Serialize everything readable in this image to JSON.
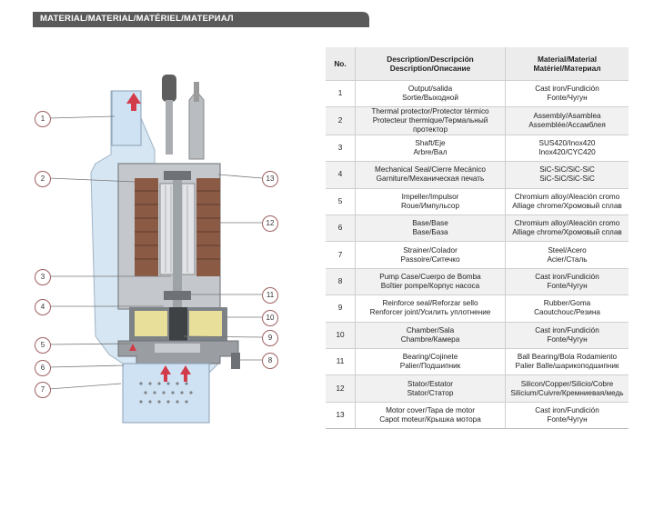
{
  "header": {
    "title": "MATERIAL/MATERIAL/MATÉRIEL/МАТЕРИАЛ"
  },
  "diagram": {
    "callouts": [
      "1",
      "2",
      "3",
      "4",
      "5",
      "6",
      "7",
      "8",
      "9",
      "10",
      "11",
      "12",
      "13"
    ]
  },
  "table": {
    "columns": {
      "no": "No.",
      "description": [
        "Description/Descripción",
        "Description/Описание"
      ],
      "material": [
        "Material/Material",
        "Matériel/Материал"
      ]
    },
    "rows": [
      {
        "no": "1",
        "description": [
          "Output/salida",
          "Sortie/Выходной"
        ],
        "material": [
          "Cast iron/Fundición",
          "Fonte/Чугун"
        ]
      },
      {
        "no": "2",
        "description": [
          "Thermal protector/Protector térmico",
          "Protecteur thermique/Термальный протектор"
        ],
        "material": [
          "Assembly/Asamblea",
          "Assemblée/Ассамблея"
        ]
      },
      {
        "no": "3",
        "description": [
          "Shaft/Eje",
          "Arbre/Вал"
        ],
        "material": [
          "SUS420/Inox420",
          "Inox420/CYC420"
        ]
      },
      {
        "no": "4",
        "description": [
          "Mechanical Seal/Cierre Mecánico",
          "Garniture/Механическая печать"
        ],
        "material": [
          "SiC-SiC/SiC-SiC",
          "SiC-SiC/SiC-SiC"
        ]
      },
      {
        "no": "5",
        "description": [
          "Impeller/Impulsor",
          "Roue/Импульсор"
        ],
        "material": [
          "Chromium alloy/Aleación cromo",
          "Alliage chrome/Хромовый сплав"
        ]
      },
      {
        "no": "6",
        "description": [
          "Base/Base",
          "Base/База"
        ],
        "material": [
          "Chromium alloy/Aleación cromo",
          "Alliage chrome/Хромовый сплав"
        ]
      },
      {
        "no": "7",
        "description": [
          "Strainer/Colador",
          "Passoire/Ситечко"
        ],
        "material": [
          "Steel/Acero",
          "Acier/Сталь"
        ]
      },
      {
        "no": "8",
        "description": [
          "Pump Case/Cuerpo de Bomba",
          "Boîtier pompe/Корпус насоса"
        ],
        "material": [
          "Cast iron/Fundición",
          "Fonte/Чугун"
        ]
      },
      {
        "no": "9",
        "description": [
          "Reinforce seal/Reforzar sello",
          "Renforcer joint/Усилить уплотнение"
        ],
        "material": [
          "Rubber/Goma",
          "Caoutchouc/Резина"
        ]
      },
      {
        "no": "10",
        "description": [
          "Chamber/Sala",
          "Chambre/Камера"
        ],
        "material": [
          "Cast iron/Fundición",
          "Fonte/Чугун"
        ]
      },
      {
        "no": "11",
        "description": [
          "Bearing/Cojinete",
          "Palier/Подшипник"
        ],
        "material": [
          "Ball Bearing/Bola Rodamiento",
          "Palier Balle/шарикоподшипник"
        ]
      },
      {
        "no": "12",
        "description": [
          "Stator/Estator",
          "Stator/Статор"
        ],
        "material": [
          "Silicon/Copper/Silicio/Cobre",
          "Silicium/Cuivre/Кремниевая/медь"
        ]
      },
      {
        "no": "13",
        "description": [
          "Motor cover/Tapa de motor",
          "Capot moteur/Крышка мотора"
        ],
        "material": [
          "Cast iron/Fundición",
          "Fonte/Чугун"
        ]
      }
    ]
  },
  "colors": {
    "banner": "#5a5a5a",
    "water": "#cfe2f3",
    "housing": "#c9cccf",
    "stator": "#8a5a44",
    "chamber_oil": "#e8df9a",
    "arrow": "#d23b4a"
  }
}
